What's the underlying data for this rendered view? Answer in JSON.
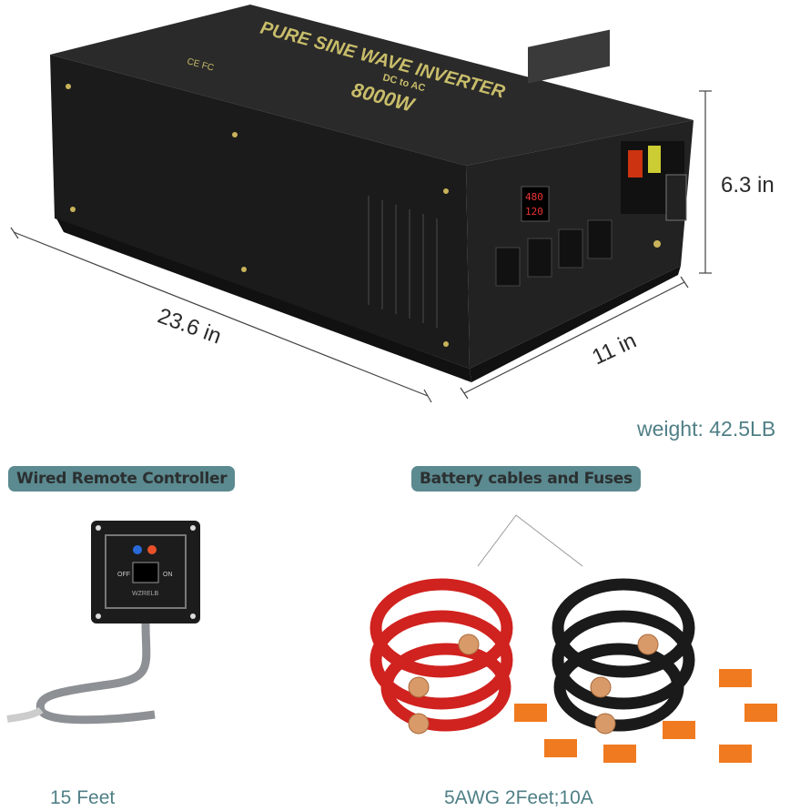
{
  "product": {
    "top_label": "PURE SINE WAVE INVERTER",
    "sub_label": "DC to AC",
    "power_label": "8000W",
    "display_values": [
      "480",
      "120"
    ],
    "marks": "CE FC"
  },
  "dimensions": {
    "length": "23.6 in",
    "width": "11 in",
    "height": "6.3 in",
    "weight": "weight: 42.5LB"
  },
  "accessories": {
    "remote": {
      "title": "Wired Remote Controller",
      "off_label": "OFF",
      "on_label": "ON",
      "brand": "WZRELB",
      "caption": "15 Feet"
    },
    "cables": {
      "title": "Battery cables and Fuses",
      "caption": "5AWG 2Feet;10A"
    }
  },
  "colors": {
    "accent": "#5b8a90",
    "caption_text": "#4f7f86",
    "inverter_body": "#1d1d1d",
    "red_cable": "#d0221f",
    "fuse": "#f07a1f"
  }
}
